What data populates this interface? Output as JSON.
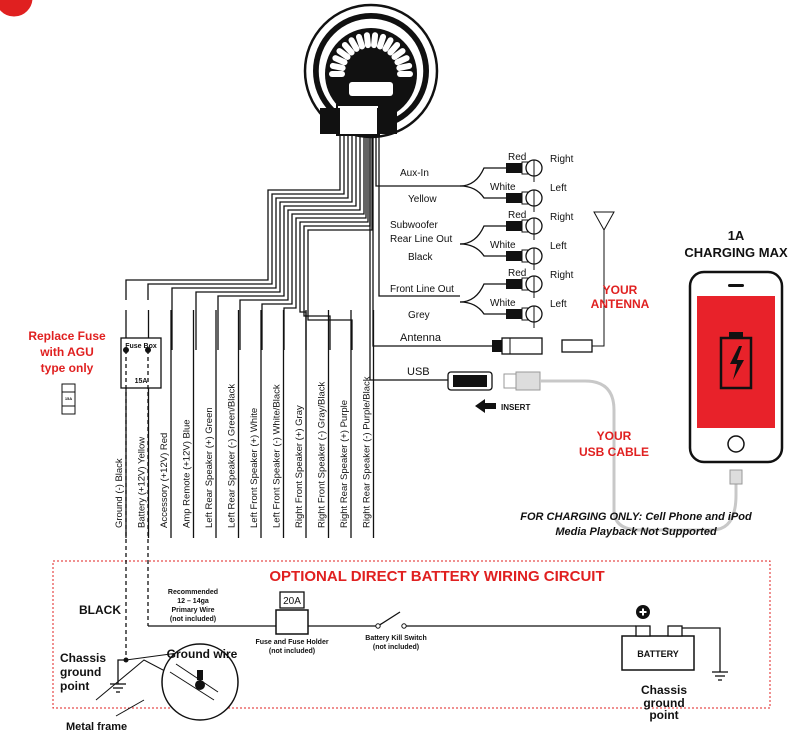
{
  "harness": {
    "fuse_box_label": "Fuse Box",
    "fuse_box_rating": "15A",
    "fuse_note": [
      "Replace Fuse",
      "with AGU",
      "type only"
    ],
    "spare_fuse_label": "15A",
    "wires": [
      {
        "name": "Ground (-)",
        "color": "Black"
      },
      {
        "name": "Battery (+12V)",
        "color": "Yellow"
      },
      {
        "name": "Accessory (+12V)",
        "color": "Red"
      },
      {
        "name": "Amp Remote (+12V)",
        "color": "Blue"
      },
      {
        "name": "Left Rear Speaker (+)",
        "color": "Green"
      },
      {
        "name": "Left Rear Speaker (-)",
        "color": "Green/Black"
      },
      {
        "name": "Left Front Speaker (+)",
        "color": "White"
      },
      {
        "name": "Left Front Speaker (-)",
        "color": "White/Black"
      },
      {
        "name": "Right Front Speaker (+)",
        "color": "Gray"
      },
      {
        "name": "Right Front Speaker (-)",
        "color": "Gray/Black"
      },
      {
        "name": "Right Rear Speaker (+)",
        "color": "Purple"
      },
      {
        "name": "Right Rear Speaker (-)",
        "color": "Purple/Black"
      }
    ]
  },
  "rca": {
    "groups": [
      {
        "label": [
          "Aux-In"
        ],
        "wire": "Yellow",
        "top": "Red",
        "bottom": "White",
        "right": "Right",
        "left": "Left"
      },
      {
        "label": [
          "Subwoofer",
          "Rear Line Out"
        ],
        "wire": "Black",
        "top": "Red",
        "bottom": "White",
        "right": "Right",
        "left": "Left"
      },
      {
        "label": [
          "Front Line Out"
        ],
        "wire": "Grey",
        "top": "Red",
        "bottom": "White",
        "right": "Right",
        "left": "Left"
      }
    ],
    "antenna_label": "Antenna",
    "usb_label": "USB",
    "insert_label": "INSERT"
  },
  "callouts": {
    "your_antenna": [
      "YOUR",
      "ANTENNA"
    ],
    "your_usb": [
      "YOUR",
      "USB CABLE"
    ],
    "charging": [
      "1A",
      "CHARGING MAX"
    ],
    "charging_note": [
      "FOR CHARGING ONLY: Cell Phone and iPod",
      "Media Playback Not Supported"
    ]
  },
  "battery_circuit": {
    "title": "OPTIONAL DIRECT BATTERY WIRING CIRCUIT",
    "black_label": "BLACK",
    "recommended": [
      "Recommended",
      "12 – 14ga",
      "Primary Wire",
      "(not included)"
    ],
    "fuse_rating": "20A",
    "fuse_holder": [
      "Fuse and Fuse Holder",
      "(not included)"
    ],
    "kill_switch": [
      "Battery Kill Switch",
      "(not included)"
    ],
    "battery_label": "BATTERY",
    "chassis_left": [
      "Chassis",
      "ground",
      "point"
    ],
    "chassis_right": [
      "Chassis",
      "ground",
      "point"
    ],
    "ground_wire": "Ground wire",
    "metal_frame": "Metal frame"
  },
  "colors": {
    "accent": "#e02020",
    "line": "#111111",
    "usb_cable": "#c8c8c8"
  }
}
